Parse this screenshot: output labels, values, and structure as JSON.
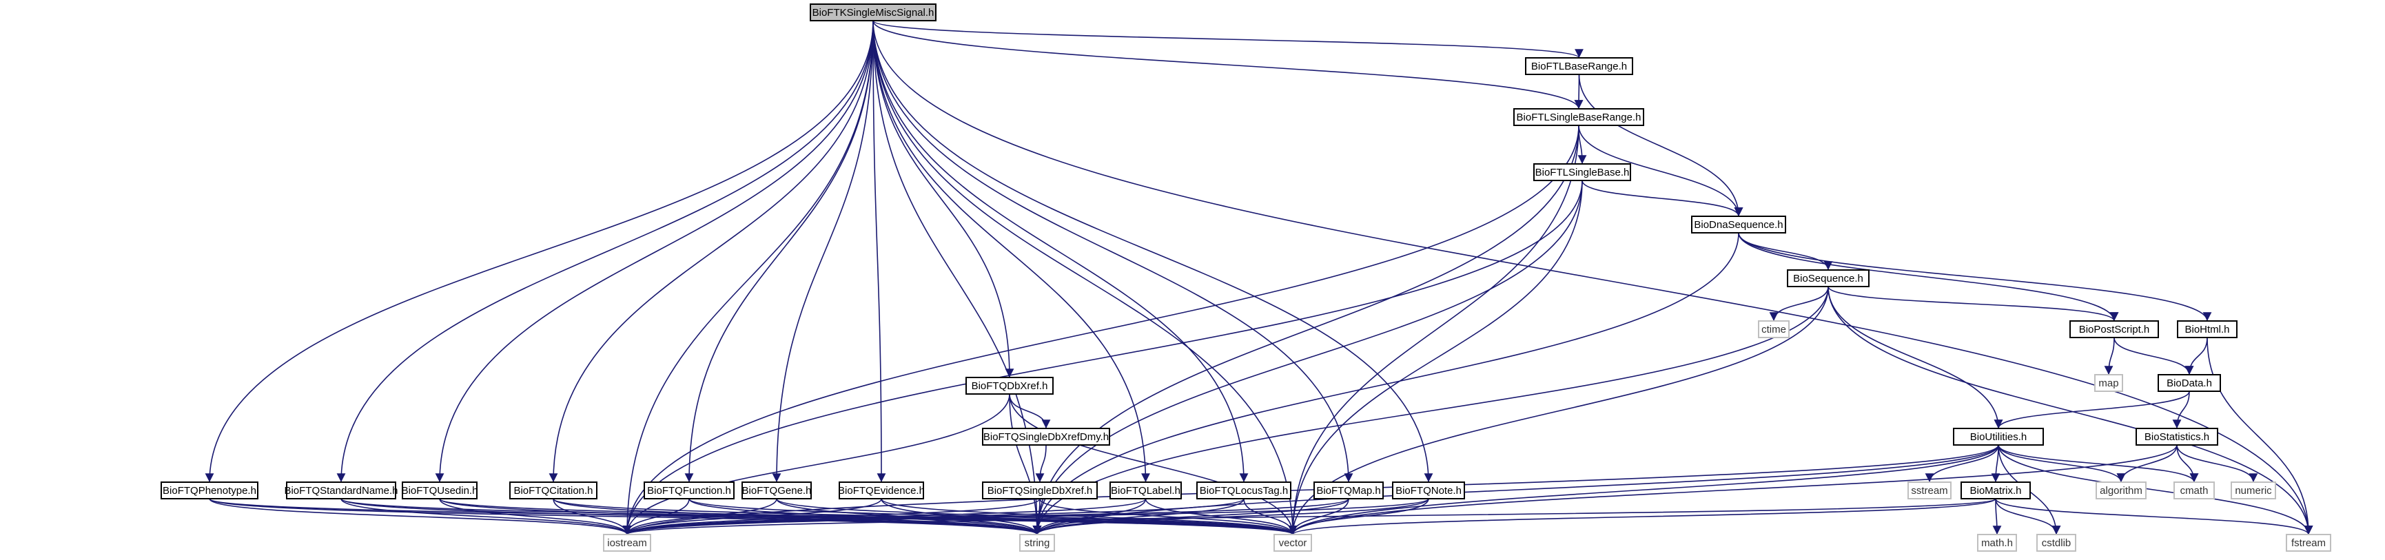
{
  "colors": {
    "edge": "#191970",
    "root_fill": "#bfbfbf",
    "node_border": "#000000",
    "system_border": "#bfbfbf",
    "background": "#ffffff"
  },
  "nodes": [
    {
      "id": "root",
      "label": "BioFTKSingleMiscSignal.h",
      "kind": "root"
    },
    {
      "id": "base_range",
      "label": "BioFTLBaseRange.h",
      "kind": "local"
    },
    {
      "id": "single_base_range",
      "label": "BioFTLSingleBaseRange.h",
      "kind": "local"
    },
    {
      "id": "single_base",
      "label": "BioFTLSingleBase.h",
      "kind": "local"
    },
    {
      "id": "dna_sequence",
      "label": "BioDnaSequence.h",
      "kind": "local"
    },
    {
      "id": "sequence",
      "label": "BioSequence.h",
      "kind": "local"
    },
    {
      "id": "ctime",
      "label": "ctime",
      "kind": "system"
    },
    {
      "id": "postscript",
      "label": "BioPostScript.h",
      "kind": "local"
    },
    {
      "id": "html",
      "label": "BioHtml.h",
      "kind": "local"
    },
    {
      "id": "map",
      "label": "map",
      "kind": "system"
    },
    {
      "id": "data",
      "label": "BioData.h",
      "kind": "local"
    },
    {
      "id": "utilities",
      "label": "BioUtilities.h",
      "kind": "local"
    },
    {
      "id": "statistics",
      "label": "BioStatistics.h",
      "kind": "local"
    },
    {
      "id": "dbxref",
      "label": "BioFTQDbXref.h",
      "kind": "local"
    },
    {
      "id": "single_dbxref_dmy",
      "label": "BioFTQSingleDbXrefDmy.h",
      "kind": "local"
    },
    {
      "id": "single_dbxref",
      "label": "BioFTQSingleDbXref.h",
      "kind": "local"
    },
    {
      "id": "phenotype",
      "label": "BioFTQPhenotype.h",
      "kind": "local"
    },
    {
      "id": "standard_name",
      "label": "BioFTQStandardName.h",
      "kind": "local"
    },
    {
      "id": "usedin",
      "label": "BioFTQUsedin.h",
      "kind": "local"
    },
    {
      "id": "citation",
      "label": "BioFTQCitation.h",
      "kind": "local"
    },
    {
      "id": "function",
      "label": "BioFTQFunction.h",
      "kind": "local"
    },
    {
      "id": "gene",
      "label": "BioFTQGene.h",
      "kind": "local"
    },
    {
      "id": "evidence",
      "label": "BioFTQEvidence.h",
      "kind": "local"
    },
    {
      "id": "label",
      "label": "BioFTQLabel.h",
      "kind": "local"
    },
    {
      "id": "locustag",
      "label": "BioFTQLocusTag.h",
      "kind": "local"
    },
    {
      "id": "qmap",
      "label": "BioFTQMap.h",
      "kind": "local"
    },
    {
      "id": "note",
      "label": "BioFTQNote.h",
      "kind": "local"
    },
    {
      "id": "matrix",
      "label": "BioMatrix.h",
      "kind": "local"
    },
    {
      "id": "sstream",
      "label": "sstream",
      "kind": "system"
    },
    {
      "id": "algorithm",
      "label": "algorithm",
      "kind": "system"
    },
    {
      "id": "cmath",
      "label": "cmath",
      "kind": "system"
    },
    {
      "id": "numeric",
      "label": "numeric",
      "kind": "system"
    },
    {
      "id": "fstream",
      "label": "fstream",
      "kind": "system"
    },
    {
      "id": "iostream",
      "label": "iostream",
      "kind": "system"
    },
    {
      "id": "string",
      "label": "string",
      "kind": "system"
    },
    {
      "id": "vector",
      "label": "vector",
      "kind": "system"
    },
    {
      "id": "math_h",
      "label": "math.h",
      "kind": "system"
    },
    {
      "id": "cstdlib",
      "label": "cstdlib",
      "kind": "system"
    }
  ],
  "edges": [
    [
      "root",
      "iostream"
    ],
    [
      "root",
      "fstream"
    ],
    [
      "root",
      "base_range"
    ],
    [
      "root",
      "single_base_range"
    ],
    [
      "root",
      "dbxref"
    ],
    [
      "root",
      "phenotype"
    ],
    [
      "root",
      "standard_name"
    ],
    [
      "root",
      "usedin"
    ],
    [
      "root",
      "citation"
    ],
    [
      "root",
      "function"
    ],
    [
      "root",
      "gene"
    ],
    [
      "root",
      "evidence"
    ],
    [
      "root",
      "label"
    ],
    [
      "root",
      "locustag"
    ],
    [
      "root",
      "qmap"
    ],
    [
      "root",
      "note"
    ],
    [
      "root",
      "string"
    ],
    [
      "root",
      "vector"
    ],
    [
      "base_range",
      "single_base_range"
    ],
    [
      "base_range",
      "dna_sequence"
    ],
    [
      "single_base_range",
      "single_base"
    ],
    [
      "single_base_range",
      "dna_sequence"
    ],
    [
      "single_base_range",
      "iostream"
    ],
    [
      "single_base_range",
      "string"
    ],
    [
      "single_base_range",
      "vector"
    ],
    [
      "single_base",
      "dna_sequence"
    ],
    [
      "single_base",
      "iostream"
    ],
    [
      "single_base",
      "string"
    ],
    [
      "single_base",
      "vector"
    ],
    [
      "dna_sequence",
      "sequence"
    ],
    [
      "dna_sequence",
      "postscript"
    ],
    [
      "dna_sequence",
      "html"
    ],
    [
      "dna_sequence",
      "string"
    ],
    [
      "sequence",
      "ctime"
    ],
    [
      "sequence",
      "postscript"
    ],
    [
      "sequence",
      "utilities"
    ],
    [
      "sequence",
      "fstream"
    ],
    [
      "sequence",
      "string"
    ],
    [
      "sequence",
      "vector"
    ],
    [
      "postscript",
      "map"
    ],
    [
      "postscript",
      "data"
    ],
    [
      "html",
      "data"
    ],
    [
      "html",
      "fstream"
    ],
    [
      "data",
      "utilities"
    ],
    [
      "data",
      "statistics"
    ],
    [
      "statistics",
      "algorithm"
    ],
    [
      "statistics",
      "cmath"
    ],
    [
      "statistics",
      "numeric"
    ],
    [
      "statistics",
      "vector"
    ],
    [
      "utilities",
      "iostream"
    ],
    [
      "utilities",
      "sstream"
    ],
    [
      "utilities",
      "algorithm"
    ],
    [
      "utilities",
      "cmath"
    ],
    [
      "utilities",
      "fstream"
    ],
    [
      "utilities",
      "cstdlib"
    ],
    [
      "utilities",
      "matrix"
    ],
    [
      "utilities",
      "string"
    ],
    [
      "utilities",
      "vector"
    ],
    [
      "matrix",
      "math_h"
    ],
    [
      "matrix",
      "cstdlib"
    ],
    [
      "matrix",
      "fstream"
    ],
    [
      "matrix",
      "iostream"
    ],
    [
      "matrix",
      "vector"
    ],
    [
      "dbxref",
      "single_dbxref_dmy"
    ],
    [
      "dbxref",
      "iostream"
    ],
    [
      "dbxref",
      "string"
    ],
    [
      "dbxref",
      "vector"
    ],
    [
      "single_dbxref_dmy",
      "single_dbxref"
    ],
    [
      "single_dbxref",
      "iostream"
    ],
    [
      "single_dbxref",
      "string"
    ],
    [
      "single_dbxref",
      "vector"
    ],
    [
      "phenotype",
      "iostream"
    ],
    [
      "phenotype",
      "string"
    ],
    [
      "phenotype",
      "vector"
    ],
    [
      "standard_name",
      "iostream"
    ],
    [
      "standard_name",
      "string"
    ],
    [
      "standard_name",
      "vector"
    ],
    [
      "usedin",
      "iostream"
    ],
    [
      "usedin",
      "string"
    ],
    [
      "usedin",
      "vector"
    ],
    [
      "citation",
      "iostream"
    ],
    [
      "citation",
      "string"
    ],
    [
      "citation",
      "vector"
    ],
    [
      "function",
      "iostream"
    ],
    [
      "function",
      "string"
    ],
    [
      "function",
      "vector"
    ],
    [
      "gene",
      "iostream"
    ],
    [
      "gene",
      "string"
    ],
    [
      "gene",
      "vector"
    ],
    [
      "evidence",
      "iostream"
    ],
    [
      "evidence",
      "string"
    ],
    [
      "evidence",
      "vector"
    ],
    [
      "label",
      "iostream"
    ],
    [
      "label",
      "string"
    ],
    [
      "label",
      "vector"
    ],
    [
      "locustag",
      "iostream"
    ],
    [
      "locustag",
      "string"
    ],
    [
      "locustag",
      "vector"
    ],
    [
      "qmap",
      "iostream"
    ],
    [
      "qmap",
      "string"
    ],
    [
      "qmap",
      "vector"
    ],
    [
      "note",
      "iostream"
    ],
    [
      "note",
      "string"
    ],
    [
      "note",
      "vector"
    ]
  ]
}
